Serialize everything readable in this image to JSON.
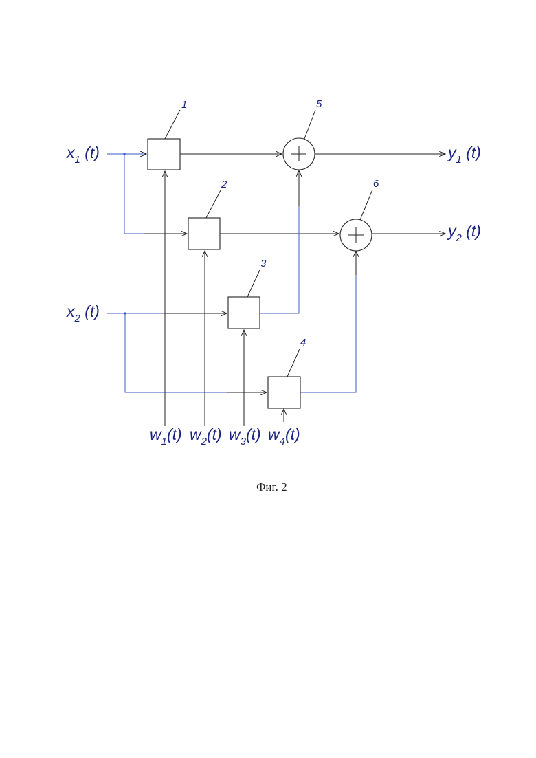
{
  "figure": {
    "caption": "Фиг. 2",
    "inputs": [
      {
        "id": "x1",
        "base": "x",
        "sub": "1",
        "arg": " (t)"
      },
      {
        "id": "x2",
        "base": "x",
        "sub": "2",
        "arg": " (t)"
      }
    ],
    "outputs": [
      {
        "id": "y1",
        "base": "y",
        "sub": "1",
        "arg": " (t)"
      },
      {
        "id": "y2",
        "base": "y",
        "sub": "2",
        "arg": " (t)"
      }
    ],
    "weights": [
      {
        "id": "w1",
        "base": "w",
        "sub": "1",
        "arg": "(t)"
      },
      {
        "id": "w2",
        "base": "w",
        "sub": "2",
        "arg": "(t)"
      },
      {
        "id": "w3",
        "base": "w",
        "sub": "3",
        "arg": "(t)"
      },
      {
        "id": "w4",
        "base": "w",
        "sub": "4",
        "arg": "(t)"
      }
    ],
    "blocks": [
      {
        "number": "1",
        "type": "multiplier"
      },
      {
        "number": "2",
        "type": "multiplier"
      },
      {
        "number": "3",
        "type": "multiplier"
      },
      {
        "number": "4",
        "type": "multiplier"
      },
      {
        "number": "5",
        "type": "adder",
        "symbol": "+"
      },
      {
        "number": "6",
        "type": "adder",
        "symbol": "+"
      }
    ]
  }
}
